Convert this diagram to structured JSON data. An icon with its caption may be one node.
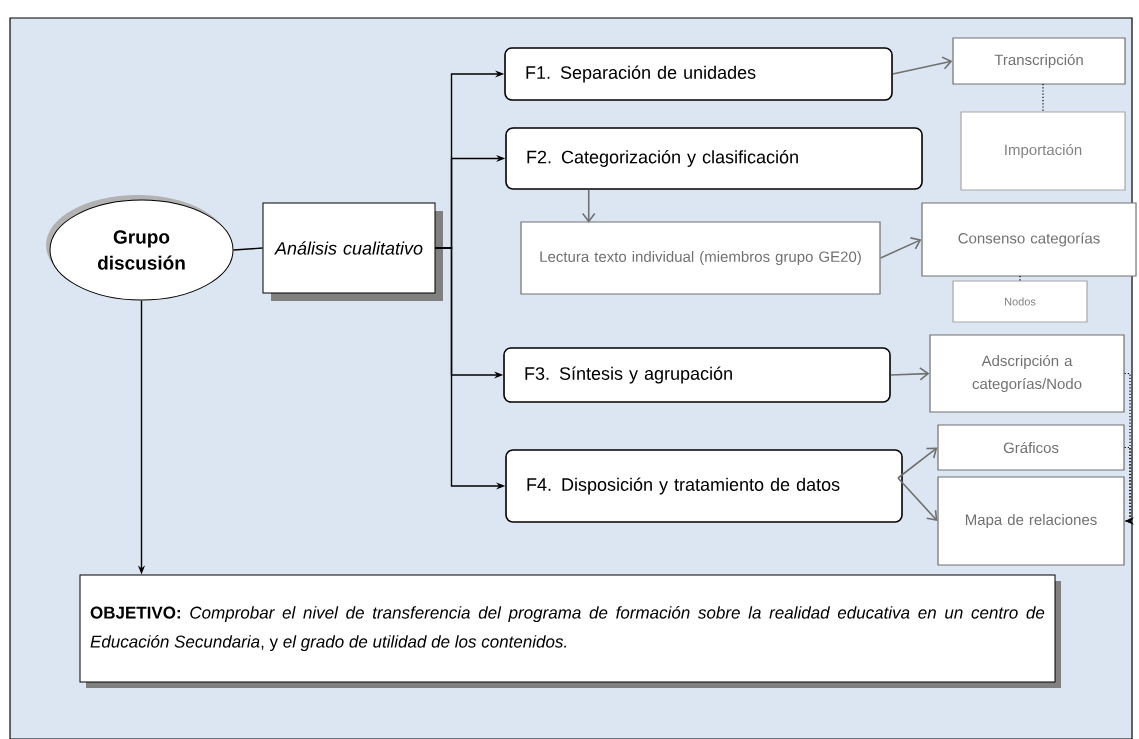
{
  "diagram": {
    "nodes": [
      {
        "text": [
          "Grupo discusión"
        ]
      },
      {
        "text": [
          "Análisis cualitativo"
        ]
      },
      {
        "text": [
          "F1. Separación de unidades"
        ]
      },
      {
        "text": [
          "Transcripción"
        ]
      },
      {
        "text": [
          "Importación"
        ]
      },
      {
        "text": [
          "F2. Categorización y clasificación"
        ]
      },
      {
        "text": [
          "Lectura texto individual (miembros grupo GE20)"
        ]
      },
      {
        "text": [
          "Consenso categorías"
        ]
      },
      {
        "text": [
          "Nodos"
        ]
      },
      {
        "text": [
          "F3. Síntesis y agrupación"
        ]
      },
      {
        "text": [
          "Adscripción a categorías/Nodo"
        ]
      },
      {
        "text": [
          "Gráficos"
        ]
      },
      {
        "text": [
          "F4. Disposición y tratamiento de datos"
        ]
      },
      {
        "text": [
          "Mapa de relaciones"
        ]
      },
      {
        "text": [
          "**OBJETIVO:** *Comprobar el nivel de transferencia del programa de formación sobre la realidad educativa en un centro de Educación Secundaria*, y *el grado de utilidad de los contenidos.*"
        ]
      }
    ],
    "edges": [
      {
        "from": 0,
        "to": 1,
        "arrow": "none"
      },
      {
        "from": 1,
        "to": 2,
        "arrow": "to"
      },
      {
        "from": 1,
        "to": 5,
        "arrow": "to"
      },
      {
        "from": 1,
        "to": 9,
        "arrow": "to"
      },
      {
        "from": 1,
        "to": 12,
        "arrow": "to"
      },
      {
        "from": 2,
        "to": 3,
        "arrow": "to",
        "color": "#707070"
      },
      {
        "from": 3,
        "to": 4,
        "arrow": "none",
        "style": "dashed"
      },
      {
        "from": 5,
        "to": 6,
        "arrow": "to",
        "color": "#707070"
      },
      {
        "from": 6,
        "to": 7,
        "arrow": "to",
        "color": "#707070"
      },
      {
        "from": 7,
        "to": 8,
        "arrow": "none",
        "style": "dashed"
      },
      {
        "from": 9,
        "to": 10,
        "arrow": "to",
        "color": "#707070"
      },
      {
        "from": 12,
        "to": 11,
        "arrow": "to",
        "color": "#707070"
      },
      {
        "from": 12,
        "to": 13,
        "arrow": "to",
        "color": "#707070"
      },
      {
        "from": 10,
        "to": 13,
        "arrow": "to",
        "style": "dashed"
      },
      {
        "from": 11,
        "to": 13,
        "arrow": "to",
        "style": "dashed"
      },
      {
        "from": 0,
        "to": 14,
        "arrow": "to"
      }
    ]
  }
}
